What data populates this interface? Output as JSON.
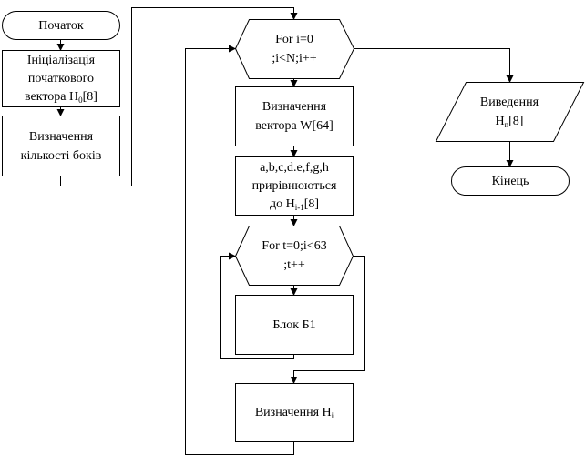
{
  "diagram": {
    "type": "flowchart",
    "nodes": {
      "start": {
        "kind": "terminator",
        "text": "Початок"
      },
      "init": {
        "kind": "process",
        "lines": [
          "Ініціалізація",
          "початкового"
        ],
        "line3_prefix": "вектора H",
        "line3_sub": "0",
        "line3_suffix": "[8]"
      },
      "sides": {
        "kind": "process",
        "lines": [
          "Визначення",
          "кількості боків"
        ]
      },
      "loop_i": {
        "kind": "loop",
        "lines": [
          "For i=0",
          ";i<N;i++"
        ]
      },
      "vector_w": {
        "kind": "process",
        "lines": [
          "Визначення",
          "вектора W[64]"
        ]
      },
      "assign": {
        "kind": "process",
        "lines": [
          "a,b,c,d.e,f,g,h",
          "прирівнюються"
        ],
        "line3_prefix": "до H",
        "line3_sub": "i-1",
        "line3_suffix": "[8]"
      },
      "loop_t": {
        "kind": "loop",
        "lines": [
          "For t=0;i<63",
          ";t++"
        ]
      },
      "block_b1": {
        "kind": "process",
        "text": "Блок Б1"
      },
      "calc_hi": {
        "kind": "process",
        "prefix": "Визначення H",
        "sub": "i"
      },
      "output": {
        "kind": "io",
        "line1": "Виведення",
        "line2_prefix": "H",
        "line2_sub": "n",
        "line2_suffix": "[8]"
      },
      "end": {
        "kind": "terminator",
        "text": "Кінець"
      }
    },
    "edges": [
      [
        "start",
        "init"
      ],
      [
        "init",
        "sides"
      ],
      [
        "sides",
        "loop_i"
      ],
      [
        "loop_i",
        "vector_w"
      ],
      [
        "vector_w",
        "assign"
      ],
      [
        "assign",
        "loop_t"
      ],
      [
        "loop_t",
        "block_b1"
      ],
      [
        "block_b1",
        "loop_t"
      ],
      [
        "loop_t",
        "calc_hi"
      ],
      [
        "calc_hi",
        "loop_i"
      ],
      [
        "loop_i",
        "output"
      ],
      [
        "output",
        "end"
      ]
    ]
  }
}
